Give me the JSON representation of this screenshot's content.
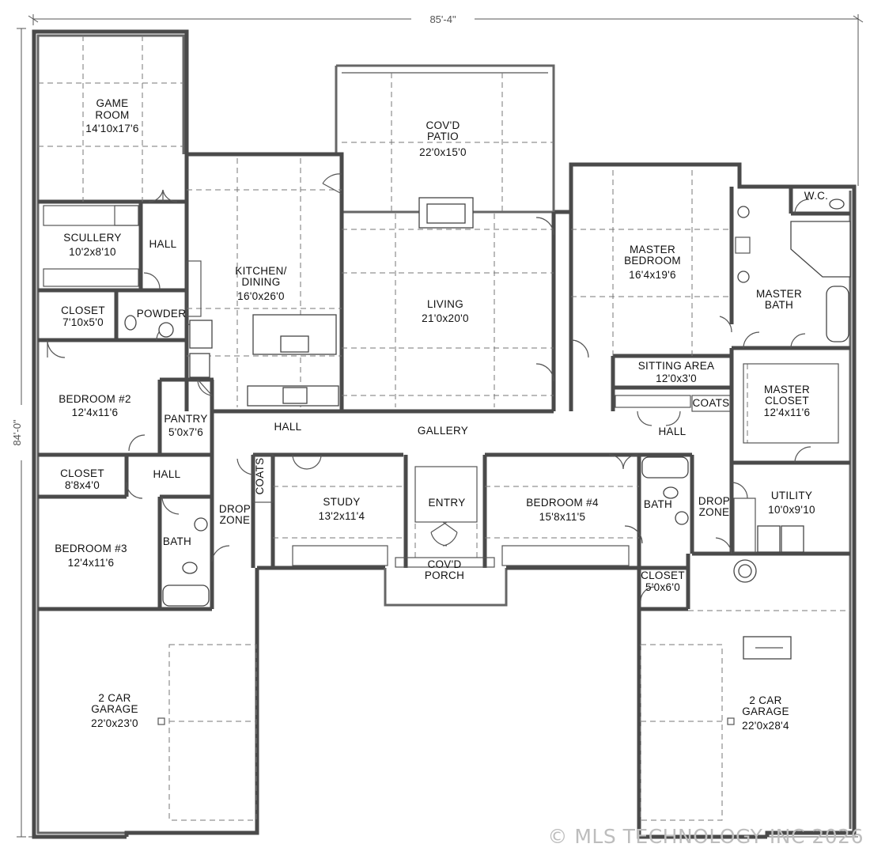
{
  "dimensions": {
    "width": "85'-4\"",
    "depth": "84'-0\""
  },
  "rooms": {
    "game_room": {
      "name": "GAME\nROOM",
      "size": "14'10x17'6"
    },
    "covd_patio": {
      "name": "COV'D\nPATIO",
      "size": "22'0x15'0"
    },
    "sculleryl": {
      "name": "SCULLERY",
      "size": "10'2x8'10"
    },
    "hall_top": {
      "name": "HALL"
    },
    "kitchen": {
      "name": "KITCHEN/\nDINING",
      "size": "16'0x26'0"
    },
    "living": {
      "name": "LIVING",
      "size": "21'0x20'0"
    },
    "master_bedroom": {
      "name": "MASTER\nBEDROOM",
      "size": "16'4x19'6"
    },
    "wc": {
      "name": "W.C."
    },
    "master_bath": {
      "name": "MASTER\nBATH"
    },
    "closet1": {
      "name": "CLOSET",
      "size": "7'10x5'0"
    },
    "powder": {
      "name": "POWDER"
    },
    "bedroom2": {
      "name": "BEDROOM #2",
      "size": "12'4x11'6"
    },
    "pantry": {
      "name": "PANTRY",
      "size": "5'0x7'6"
    },
    "sitting": {
      "name": "SITTING AREA",
      "size": "12'0x3'0"
    },
    "master_closet": {
      "name": "MASTER\nCLOSET",
      "size": "12'4x11'6"
    },
    "coats_right": {
      "name": "COATS"
    },
    "hall_mid": {
      "name": "HALL"
    },
    "gallery": {
      "name": "GALLERY"
    },
    "hall_right": {
      "name": "HALL"
    },
    "closet2": {
      "name": "CLOSET",
      "size": "8'8x4'0"
    },
    "hall_left": {
      "name": "HALL"
    },
    "coats_left": {
      "name": "COATS"
    },
    "study": {
      "name": "STUDY",
      "size": "13'2x11'4"
    },
    "entry": {
      "name": "ENTRY"
    },
    "bedroom4": {
      "name": "BEDROOM #4",
      "size": "15'8x11'5"
    },
    "bath_right": {
      "name": "BATH"
    },
    "drop_right": {
      "name": "DROP\nZONE"
    },
    "utility": {
      "name": "UTILITY",
      "size": "10'0x9'10"
    },
    "drop_left": {
      "name": "DROP\nZONE"
    },
    "bedroom3": {
      "name": "BEDROOM #3",
      "size": "12'4x11'6"
    },
    "bath_left": {
      "name": "BATH"
    },
    "covd_porch": {
      "name": "COV'D\nPORCH"
    },
    "closet3": {
      "name": "CLOSET",
      "size": "5'0x6'0"
    },
    "garage_left": {
      "name": "2 CAR\nGARAGE",
      "size": "22'0x23'0"
    },
    "garage_right": {
      "name": "2 CAR\nGARAGE",
      "size": "22'0x28'4"
    }
  },
  "watermark": "© MLS TECHNOLOGY INC 2026"
}
